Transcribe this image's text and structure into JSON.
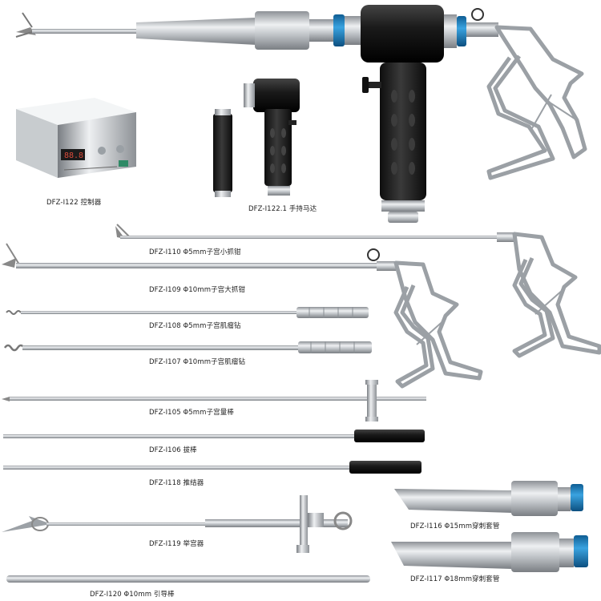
{
  "labels": {
    "controller": "DFZ-Ⅰ122 控制器",
    "motor": "DFZ-Ⅰ122.1 手持马达",
    "i110": "DFZ-Ⅰ110 Φ5mm子宫小抓钳",
    "i109": "DFZ-Ⅰ109 Φ10mm子宫大抓钳",
    "i108": "DFZ-Ⅰ108 Φ5mm子宫肌瘤钻",
    "i107": "DFZ-Ⅰ107 Φ10mm子宫肌瘤钻",
    "i105": "DFZ-Ⅰ105 Φ5mm子宫量棒",
    "i106": "DFZ-Ⅰ106 拔棒",
    "i118": "DFZ-Ⅰ118 推结器",
    "i119": "DFZ-Ⅰ119 举宫器",
    "i120": "DFZ-Ⅰ120 Φ10mm 引导棒",
    "i116": "DFZ-Ⅰ116 Φ15mm穿刺套管",
    "i117": "DFZ-Ⅰ117 Φ18mm穿刺套管"
  },
  "controller_display": "88.8",
  "colors": {
    "steel": "#b9bdc1",
    "dark_handle": "#1e1e1e",
    "blue_ring": "#1e86c8",
    "controller_body": "#e9ecee",
    "controller_panel": "#2f8a66"
  }
}
